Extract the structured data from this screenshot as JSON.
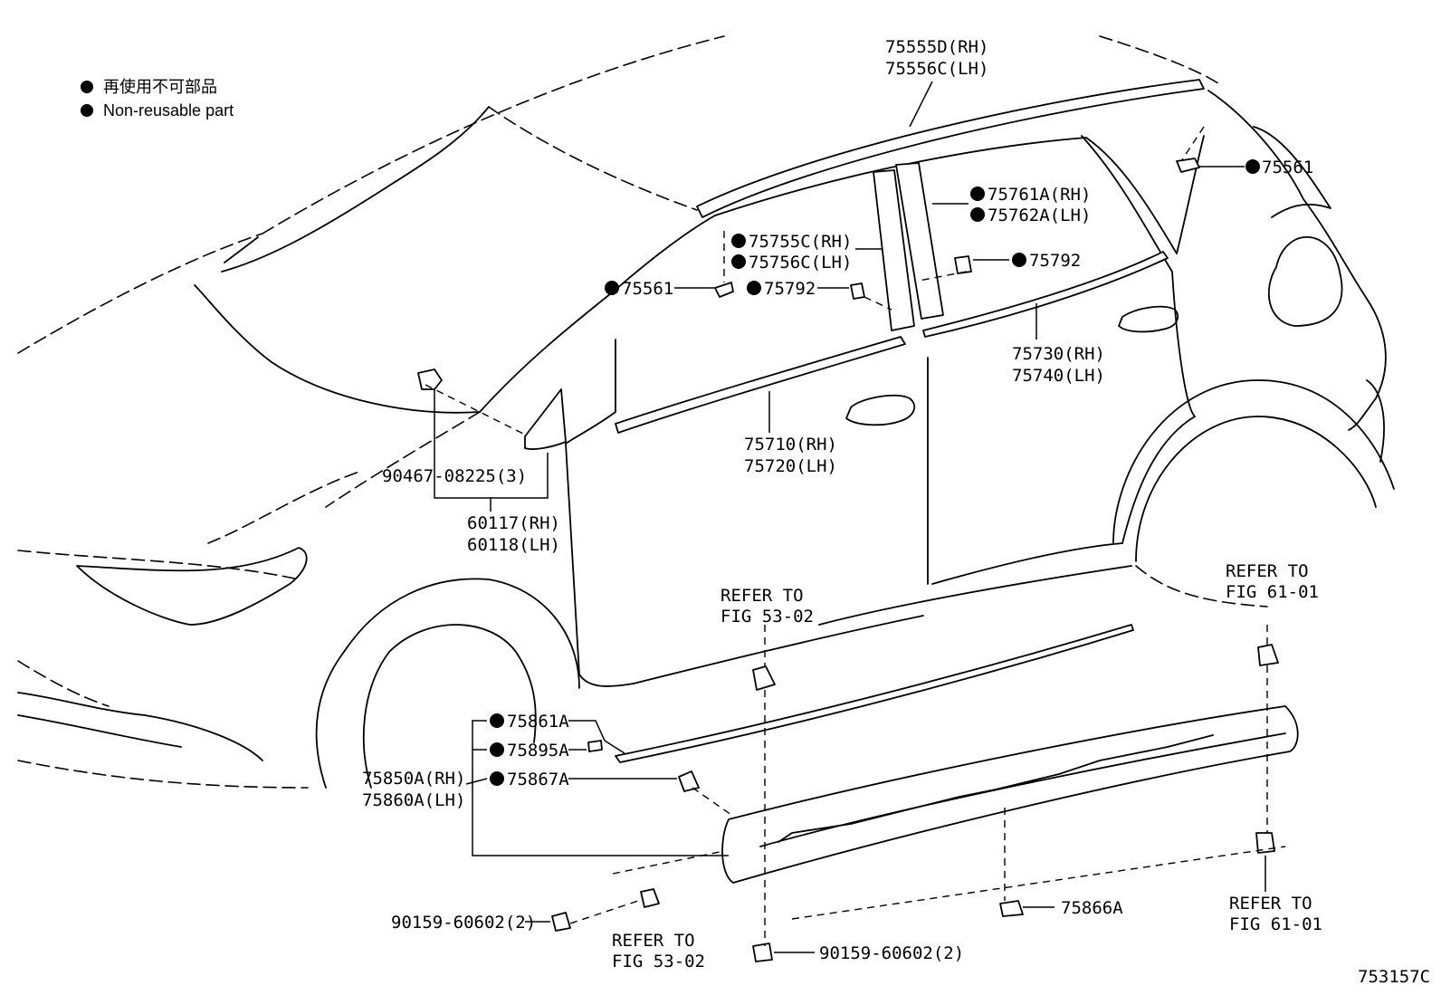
{
  "legend": {
    "line1": "再使用不可部品",
    "line2": "Non-reusable part"
  },
  "labels": {
    "p75555d": "75555D(RH)",
    "p75556c": "75556C(LH)",
    "p75561_r": "75561",
    "p75761a": "75761A(RH)",
    "p75762a": "75762A(LH)",
    "p75755c": "75755C(RH)",
    "p75756c": "75756C(LH)",
    "p75792_r": "75792",
    "p75561_l": "75561",
    "p75792_l": "75792",
    "p75730": "75730(RH)",
    "p75740": "75740(LH)",
    "p75710": "75710(RH)",
    "p75720": "75720(LH)",
    "p90467": "90467-08225(3)",
    "p60117": "60117(RH)",
    "p60118": "60118(LH)",
    "refer_r_1": "REFER TO",
    "refer_r_2": "FIG 61-01",
    "refer_m_1": "REFER TO",
    "refer_m_2": "FIG 53-02",
    "p75861a": "75861A",
    "p75895a": "75895A",
    "p75850a": "75850A(RH)",
    "p75860a": "75860A(LH)",
    "p75867a": "75867A",
    "p75866a": "75866A",
    "refer_br_1": "REFER TO",
    "refer_br_2": "FIG 61-01",
    "p90159_l": "90159-60602(2)",
    "refer_bl_1": "REFER TO",
    "refer_bl_2": "FIG 53-02",
    "p90159_b": "90159-60602(2)",
    "diagram_id": "753157C"
  }
}
